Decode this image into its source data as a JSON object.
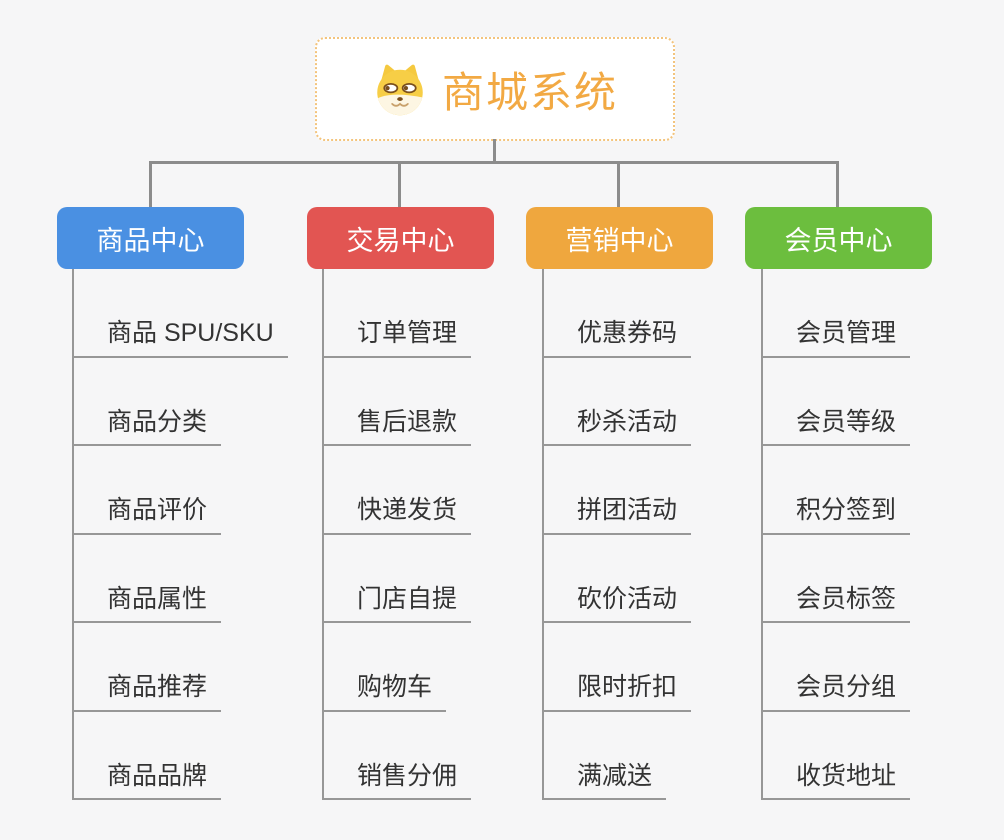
{
  "root": {
    "title": "商城系统",
    "icon": "doge-icon",
    "title_color": "#f2a943",
    "border_color": "#f3c47d",
    "background": "#ffffff"
  },
  "canvas": {
    "background": "#f6f6f7",
    "connector_color": "#8c8c8c",
    "leaf_line_color": "#979797",
    "leaf_text_color": "#333333"
  },
  "branches": [
    {
      "label": "商品中心",
      "color": "#4a90e2",
      "items": [
        "商品 SPU/SKU",
        "商品分类",
        "商品评价",
        "商品属性",
        "商品推荐",
        "商品品牌"
      ]
    },
    {
      "label": "交易中心",
      "color": "#e25552",
      "items": [
        "订单管理",
        "售后退款",
        "快递发货",
        "门店自提",
        "购物车",
        "销售分佣"
      ]
    },
    {
      "label": "营销中心",
      "color": "#efa73e",
      "items": [
        "优惠券码",
        "秒杀活动",
        "拼团活动",
        "砍价活动",
        "限时折扣",
        "满减送"
      ]
    },
    {
      "label": "会员中心",
      "color": "#6cbe3e",
      "items": [
        "会员管理",
        "会员等级",
        "积分签到",
        "会员标签",
        "会员分组",
        "收货地址"
      ]
    }
  ]
}
